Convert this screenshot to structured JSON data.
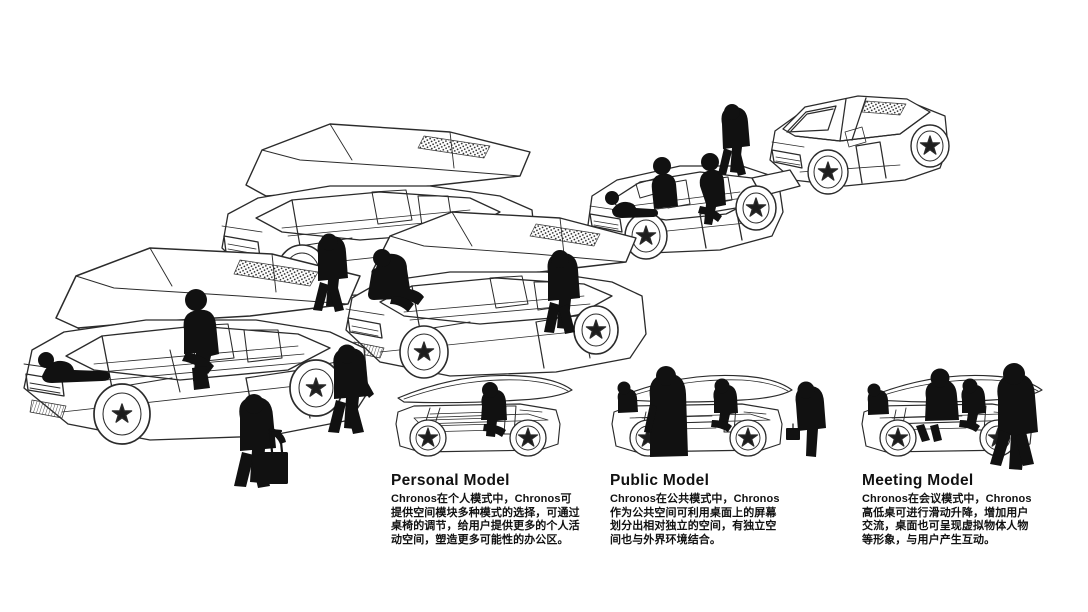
{
  "page": {
    "background": "#ffffff",
    "ink": "#111111",
    "title": "Chronos concept vehicle modes board"
  },
  "captions": [
    {
      "id": "personal",
      "title": "Personal Model",
      "lines": [
        "Chronos在个人模式中，Chronos可",
        "提供空间模块多种模式的选择，可通过",
        "桌椅的调节，给用户提供更多的个人活",
        "动空间，塑造更多可能性的办公区。"
      ]
    },
    {
      "id": "public",
      "title": "Public Model",
      "lines": [
        "Chronos在公共模式中，Chronos",
        "作为公共空间可利用桌面上的屏幕",
        "划分出相对独立的空间，有独立空",
        "间也与外界环境结合。"
      ]
    },
    {
      "id": "meeting",
      "title": "Meeting Model",
      "lines": [
        "Chronos在会议模式中，Chronos",
        "高低桌可进行滑动升降，增加用户",
        "交流，桌面也可呈现虚拟物体人物",
        "等形象，与用户产生互动。"
      ]
    }
  ],
  "illustrations": {
    "hero_vehicles": [
      {
        "name": "vehicle-front-left-open-canopy",
        "occupants": 2,
        "canopy": "open"
      },
      {
        "name": "vehicle-mid-left-open-canopy",
        "occupants": 0,
        "canopy": "open"
      },
      {
        "name": "vehicle-center-open-canopy",
        "occupants": 1,
        "canopy": "open"
      },
      {
        "name": "vehicle-center-right-open-top",
        "occupants": 3,
        "canopy": "none"
      },
      {
        "name": "vehicle-top-right-closed",
        "occupants": 0,
        "canopy": "closed"
      }
    ],
    "side_views": [
      {
        "name": "side-view-personal",
        "occupants": 1
      },
      {
        "name": "side-view-public",
        "occupants": 4
      },
      {
        "name": "side-view-meeting",
        "occupants": 4
      }
    ],
    "pedestrians": [
      "walking-figure-with-suitcase",
      "walking-figure-center",
      "walking-figure-beside-vehicle",
      "walking-figure-upper"
    ]
  }
}
